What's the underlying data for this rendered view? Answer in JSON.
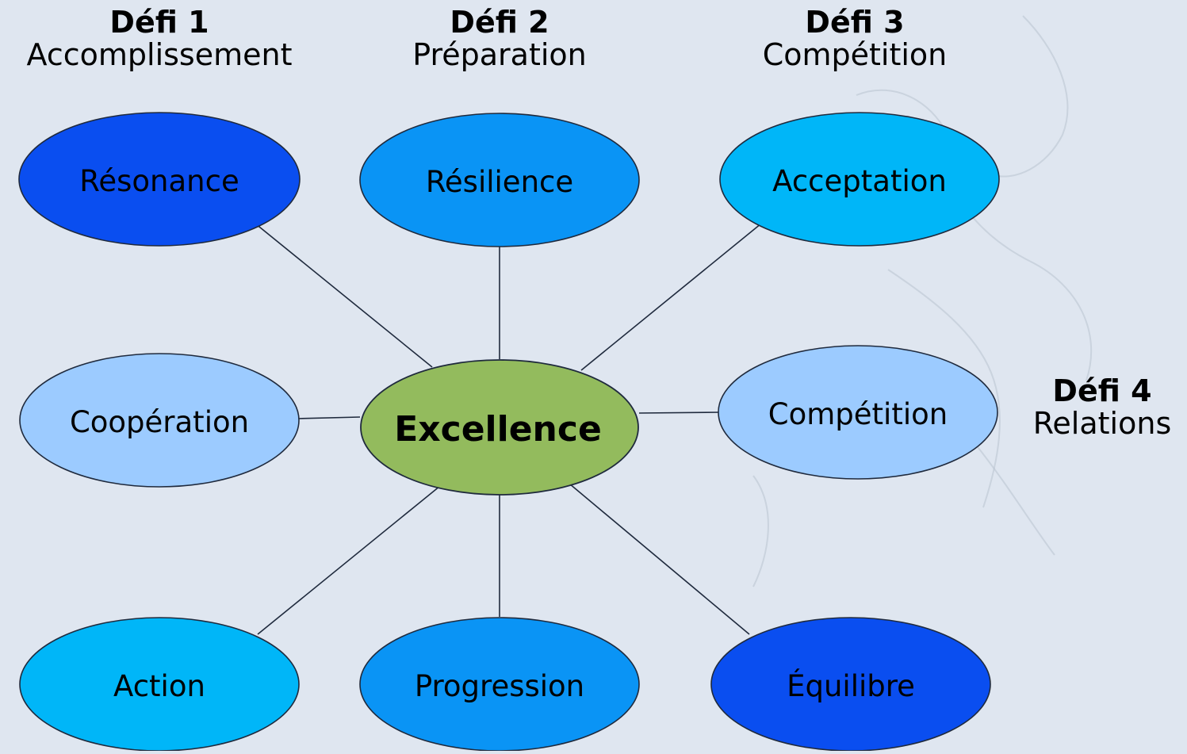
{
  "colors": {
    "background": "#dfe6f0",
    "dark_blue": "#0a4ef0",
    "medium_blue": "#0a94f5",
    "cyan": "#00b6f8",
    "light_blue": "#9ccbff",
    "center_green": "#93bb5d",
    "outline": "#1f2a3d"
  },
  "headings": {
    "defi1": {
      "title": "Défi 1",
      "subtitle": "Accomplissement"
    },
    "defi2": {
      "title": "Défi 2",
      "subtitle": "Préparation"
    },
    "defi3": {
      "title": "Défi 3",
      "subtitle": "Compétition"
    },
    "defi4": {
      "title": "Défi 4",
      "subtitle": "Relations"
    }
  },
  "center": {
    "label": "Excellence"
  },
  "nodes": {
    "resonance": {
      "label": "Résonance",
      "fill_color": "dark_blue"
    },
    "resilience": {
      "label": "Résilience",
      "fill_color": "medium_blue"
    },
    "acceptation": {
      "label": "Acceptation",
      "fill_color": "cyan"
    },
    "cooperation": {
      "label": "Coopération",
      "fill_color": "light_blue"
    },
    "competition": {
      "label": "Compétition",
      "fill_color": "light_blue"
    },
    "action": {
      "label": "Action",
      "fill_color": "cyan"
    },
    "progression": {
      "label": "Progression",
      "fill_color": "medium_blue"
    },
    "equilibre": {
      "label": "Équilibre",
      "fill_color": "dark_blue"
    }
  }
}
